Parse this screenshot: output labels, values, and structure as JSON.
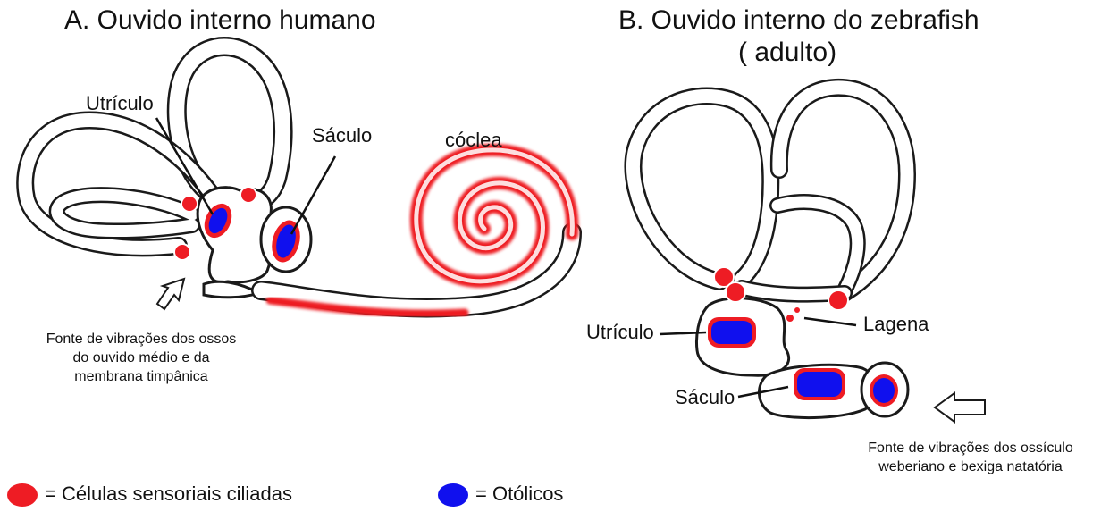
{
  "panel_a": {
    "title": "A. Ouvido interno humano",
    "labels": {
      "utriculo": "Utrículo",
      "saculo": "Sáculo",
      "coclea": "cóclea"
    },
    "source_note": [
      "Fonte de vibrações dos ossos",
      "do ouvido médio e da",
      "membrana timpânica"
    ]
  },
  "panel_b": {
    "title_line1": "B. Ouvido interno do zebrafish",
    "title_line2": "( adulto)",
    "labels": {
      "utriculo": "Utrículo",
      "lagena": "Lagena",
      "saculo": "Sáculo"
    },
    "source_note": [
      "Fonte de vibrações dos  ossículo",
      "weberiano e bexiga natatória"
    ]
  },
  "legend": {
    "hair_cells": "= Células sensoriais ciliadas",
    "otoliths": "= Otólicos"
  },
  "colors": {
    "hair_cells": "#ee1c24",
    "otoliths": "#1010ee",
    "outline": "#1a1a1a"
  }
}
